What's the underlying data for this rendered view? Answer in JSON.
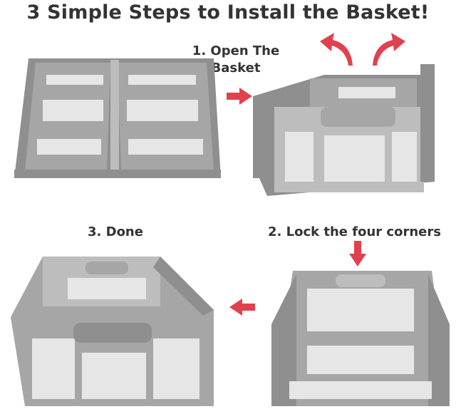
{
  "title": "3 Simple Steps to Install the Basket!",
  "steps": [
    {
      "label_line1": "1. Open The",
      "label_line2": "Basket"
    },
    {
      "label": "2. Lock the four corners"
    },
    {
      "label": "3. Done"
    }
  ],
  "colors": {
    "arrow": "#e0414e",
    "text": "#333333",
    "basket": "#a6a6a6"
  },
  "images": [
    "folded-basket",
    "opened-basket",
    "locked-basket",
    "finished-basket"
  ]
}
